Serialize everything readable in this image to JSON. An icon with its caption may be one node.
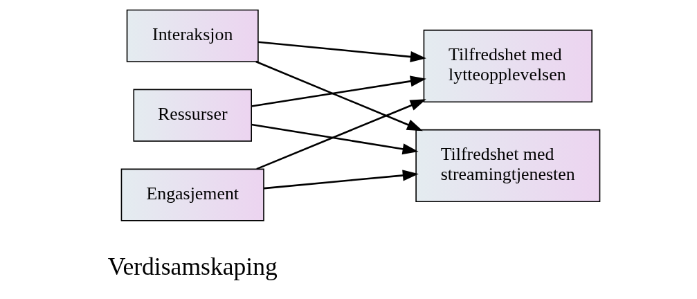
{
  "diagram": {
    "nodes": [
      {
        "text": [
          "Interaksjon"
        ]
      },
      {
        "text": [
          "Ressurser"
        ]
      },
      {
        "text": [
          "Engasjement"
        ]
      },
      {
        "text": [
          "Tilfredshet med lytteopplevelsen"
        ]
      },
      {
        "text": [
          "Tilfredshet med streamingtjenesten"
        ]
      }
    ],
    "edges": [
      {
        "from": 0,
        "to": 3,
        "arrow": "to"
      },
      {
        "from": 0,
        "to": 4,
        "arrow": "to"
      },
      {
        "from": 1,
        "to": 3,
        "arrow": "to"
      },
      {
        "from": 1,
        "to": 4,
        "arrow": "to"
      },
      {
        "from": 2,
        "to": 3,
        "arrow": "to"
      },
      {
        "from": 2,
        "to": 4,
        "arrow": "to"
      }
    ],
    "labels": [
      "Verdisamskaping"
    ]
  }
}
